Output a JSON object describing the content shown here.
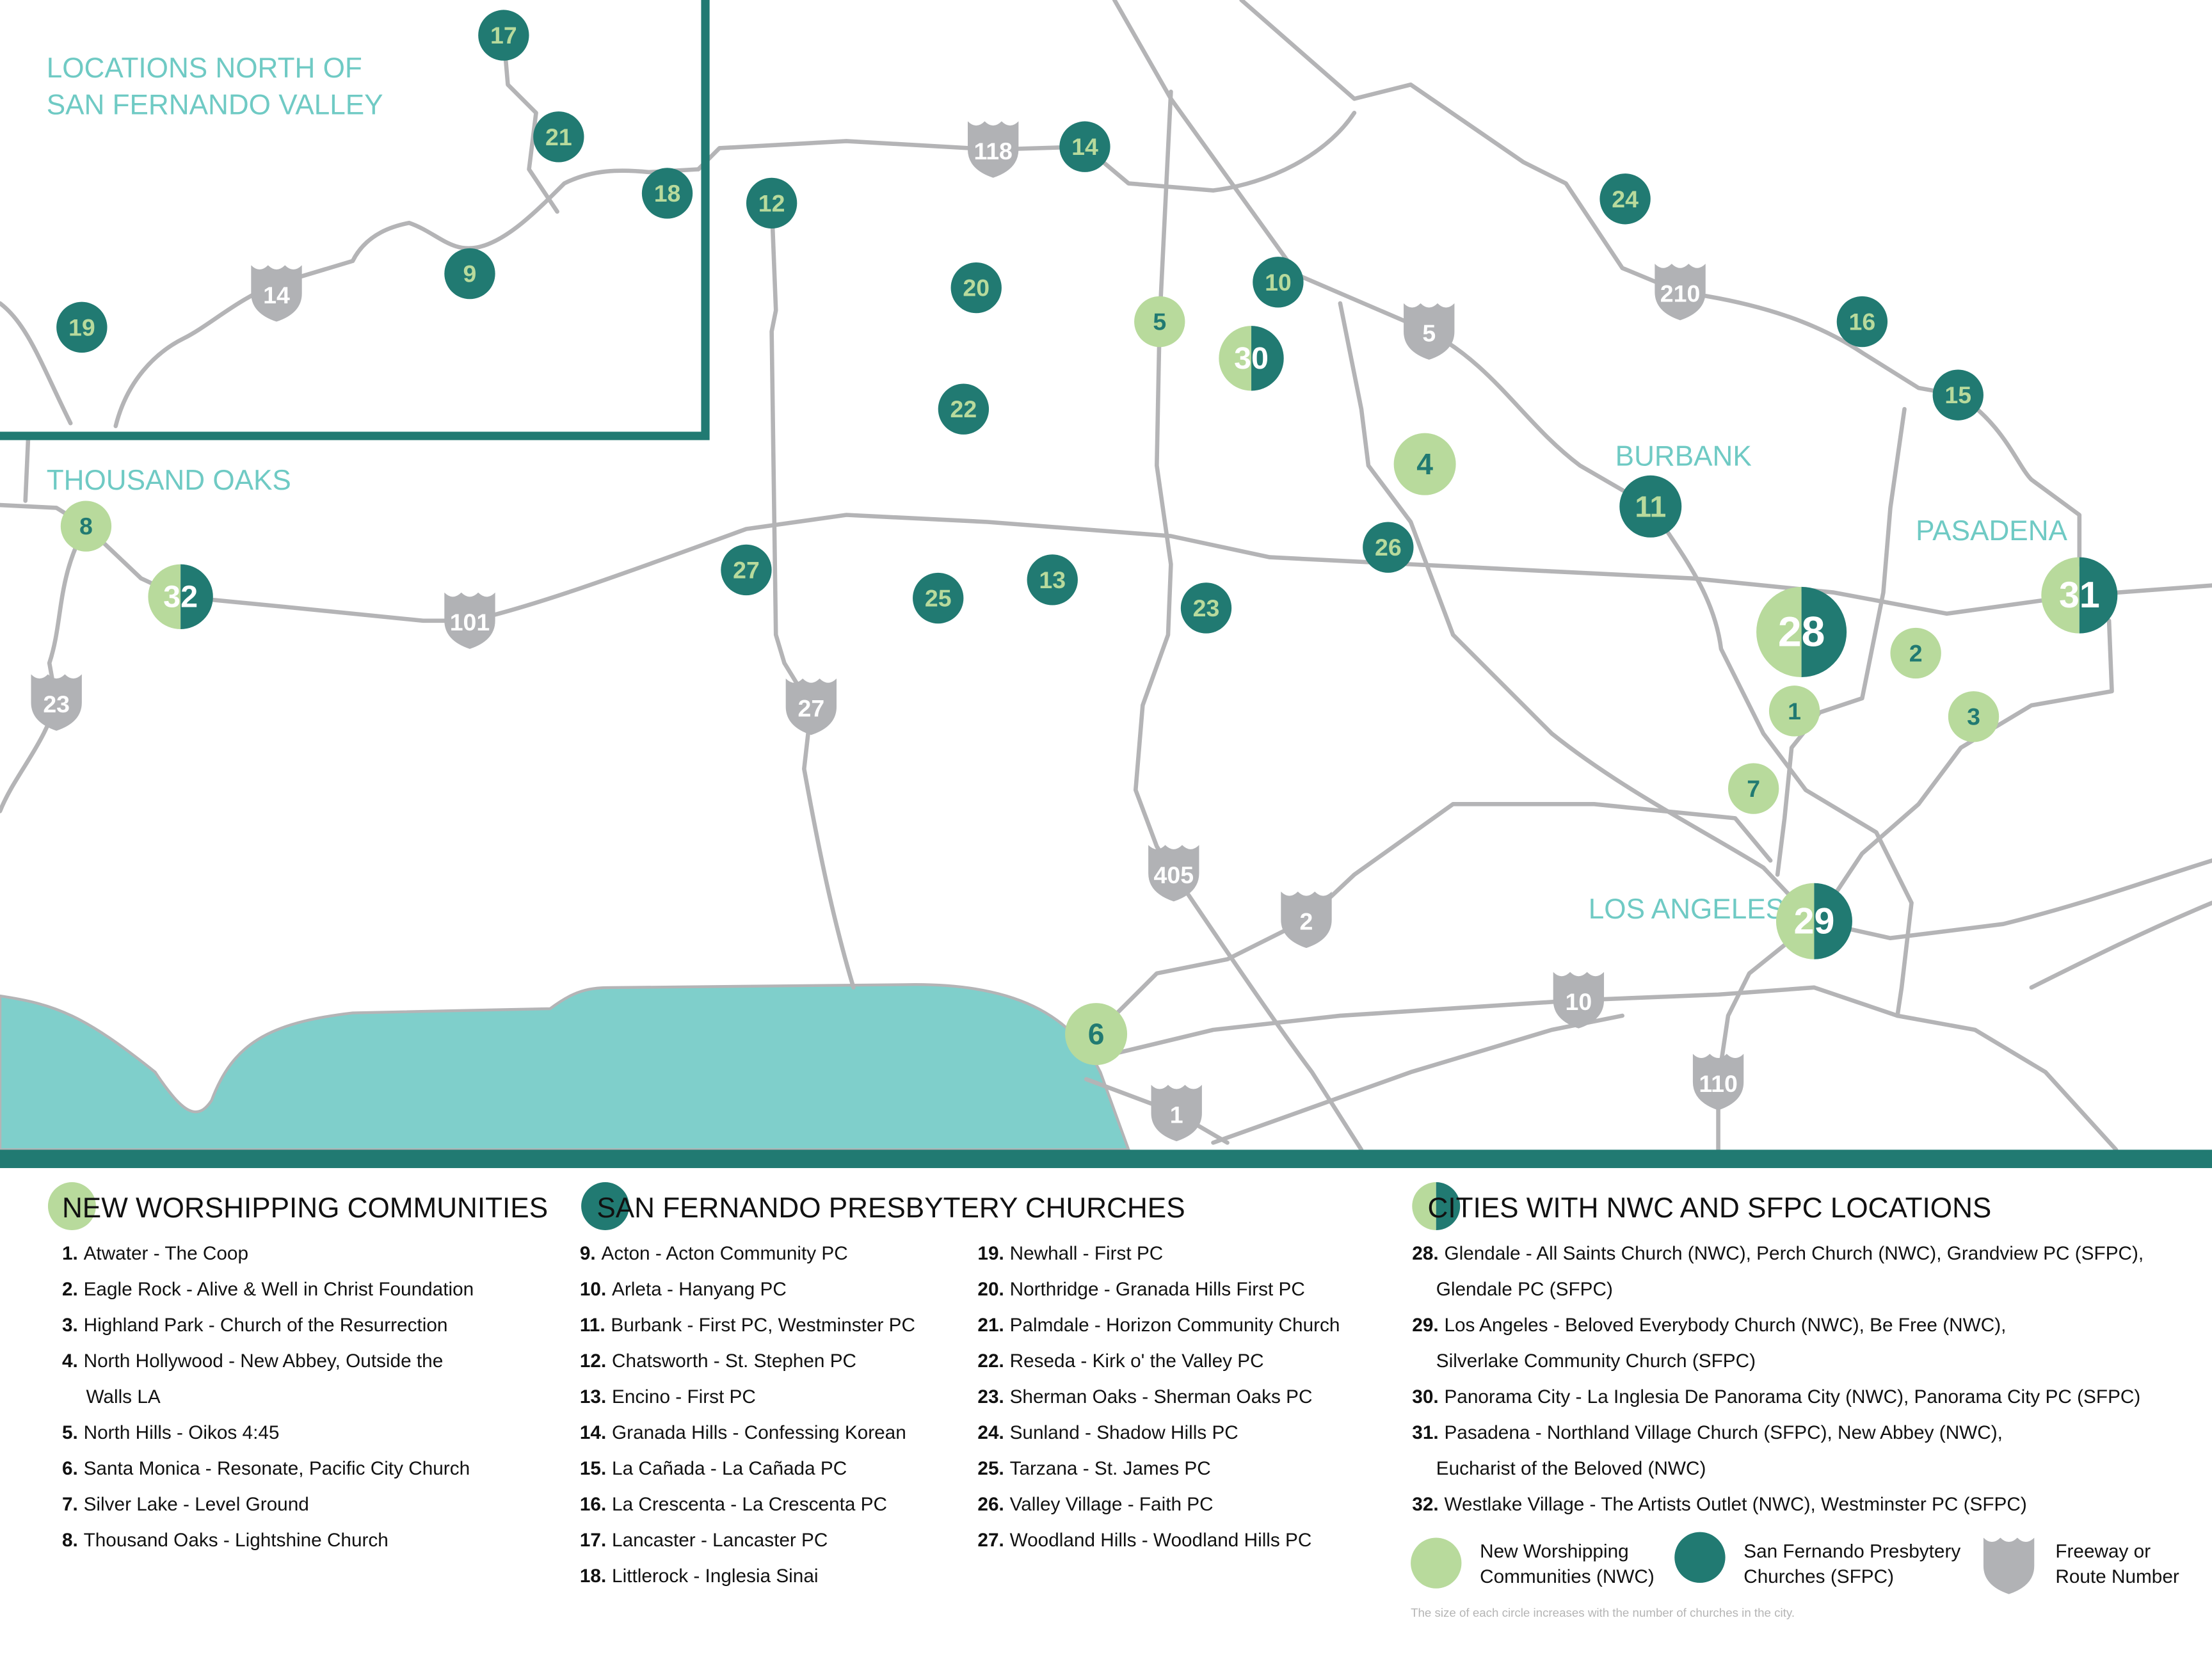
{
  "map": {
    "inset_title": [
      "LOCATIONS NORTH OF",
      "SAN FERNANDO VALLEY"
    ],
    "cities": {
      "thousand_oaks": "THOUSAND OAKS",
      "burbank": "BURBANK",
      "pasadena": "PASADENA",
      "los_angeles": "LOS ANGELES"
    },
    "routes": {
      "r118": "118",
      "r14": "14",
      "r5": "5",
      "r210": "210",
      "r101": "101",
      "r23": "23",
      "r27": "27",
      "r405": "405",
      "r2": "2",
      "r10": "10",
      "r110": "110",
      "r1": "1"
    },
    "markers": {
      "m1": "1",
      "m2": "2",
      "m3": "3",
      "m4": "4",
      "m5": "5",
      "m6": "6",
      "m7": "7",
      "m8": "8",
      "m9": "9",
      "m10": "10",
      "m11": "11",
      "m12": "12",
      "m13": "13",
      "m14": "14",
      "m15": "15",
      "m16": "16",
      "m17": "17",
      "m18": "18",
      "m19": "19",
      "m20": "20",
      "m21": "21",
      "m22": "22",
      "m23": "23",
      "m24": "24",
      "m25": "25",
      "m26": "26",
      "m27": "27",
      "m28": "28",
      "m29": "29",
      "m30": "30",
      "m31": "31",
      "m32": "32"
    },
    "colors": {
      "nwc": "#b8da9c",
      "sfpc": "#217a72",
      "route": "#b1b2b5",
      "water": "#7fcfcb",
      "city_label": "#6fcac4"
    }
  },
  "legend": {
    "nwc": {
      "title": "NEW WORSHIPPING COMMUNITIES",
      "items": [
        {
          "n": "1.",
          "t": "Atwater - The Coop"
        },
        {
          "n": "2.",
          "t": "Eagle Rock - Alive & Well in Christ Foundation"
        },
        {
          "n": "3.",
          "t": "Highland Park - Church of the Resurrection"
        },
        {
          "n": "4.",
          "t": "North Hollywood - New Abbey, Outside the"
        },
        {
          "n": "",
          "t": "Walls LA"
        },
        {
          "n": "5.",
          "t": "North Hills - Oikos 4:45"
        },
        {
          "n": "6.",
          "t": "Santa Monica - Resonate, Pacific City Church"
        },
        {
          "n": "7.",
          "t": "Silver Lake - Level Ground"
        },
        {
          "n": "8.",
          "t": "Thousand Oaks - Lightshine Church"
        }
      ]
    },
    "sfpc": {
      "title": "SAN FERNANDO PRESBYTERY CHURCHES",
      "items": [
        {
          "n": "9.",
          "t": "Acton - Acton Community PC"
        },
        {
          "n": "10.",
          "t": "Arleta - Hanyang PC"
        },
        {
          "n": "11.",
          "t": "Burbank - First PC, Westminster PC"
        },
        {
          "n": "12.",
          "t": "Chatsworth - St. Stephen PC"
        },
        {
          "n": "13.",
          "t": "Encino - First PC"
        },
        {
          "n": "14.",
          "t": "Granada Hills - Confessing Korean"
        },
        {
          "n": "15.",
          "t": "La Cañada - La Cañada PC"
        },
        {
          "n": "16.",
          "t": "La Crescenta - La Crescenta PC"
        },
        {
          "n": "17.",
          "t": "Lancaster - Lancaster PC"
        },
        {
          "n": "18.",
          "t": "Littlerock - Inglesia Sinai"
        }
      ],
      "items2": [
        {
          "n": "19.",
          "t": "Newhall - First PC"
        },
        {
          "n": "20.",
          "t": "Northridge - Granada Hills First PC"
        },
        {
          "n": "21.",
          "t": "Palmdale - Horizon Community Church"
        },
        {
          "n": "22.",
          "t": "Reseda - Kirk o' the Valley PC"
        },
        {
          "n": "23.",
          "t": "Sherman Oaks - Sherman Oaks PC"
        },
        {
          "n": "24.",
          "t": "Sunland - Shadow Hills PC"
        },
        {
          "n": "25.",
          "t": "Tarzana - St. James PC"
        },
        {
          "n": "26.",
          "t": "Valley Village - Faith PC"
        },
        {
          "n": "27.",
          "t": "Woodland Hills - Woodland Hills PC"
        }
      ]
    },
    "cities": {
      "title": "CITIES WITH NWC AND SFPC LOCATIONS",
      "items": [
        {
          "n": "28.",
          "t": "Glendale - All Saints Church (NWC), Perch Church (NWC), Grandview PC (SFPC),"
        },
        {
          "n": "",
          "t": "Glendale PC (SFPC)"
        },
        {
          "n": "29.",
          "t": "Los Angeles - Beloved Everybody Church (NWC), Be Free (NWC),"
        },
        {
          "n": "",
          "t": "Silverlake Community Church (SFPC)"
        },
        {
          "n": "30.",
          "t": "Panorama City - La Inglesia De Panorama City (NWC), Panorama City PC (SFPC)"
        },
        {
          "n": "31.",
          "t": "Pasadena - Northland Village Church (SFPC), New Abbey (NWC),"
        },
        {
          "n": "",
          "t": "Eucharist of the Beloved (NWC)"
        },
        {
          "n": "32.",
          "t": "Westlake Village - The Artists Outlet (NWC), Westminster PC (SFPC)"
        }
      ]
    },
    "key": {
      "nwc": [
        "New Worshipping",
        "Communities (NWC)"
      ],
      "sfpc": [
        "San Fernando Presbytery",
        "Churches (SFPC)"
      ],
      "route": [
        "Freeway or",
        "Route Number"
      ],
      "note": "The size of each circle increases with the number of churches in the city."
    }
  }
}
